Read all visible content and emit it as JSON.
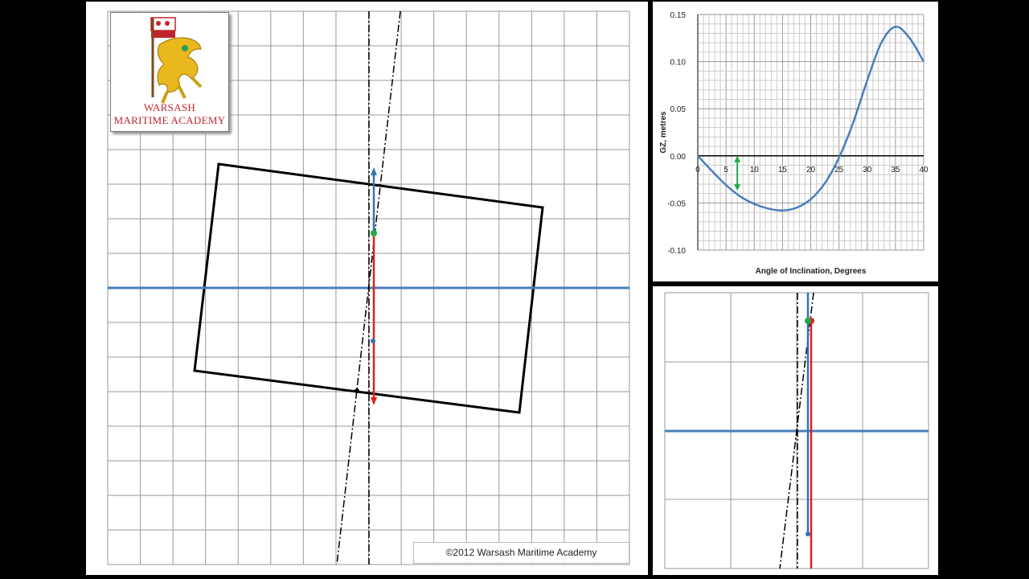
{
  "logo": {
    "line1": "WARSASH",
    "line2": "MARITIME ACADEMY"
  },
  "copyright": "©2012 Warsash Maritime Academy",
  "colors": {
    "waterline": "#4a7ebb",
    "gz_curve": "#4a7ebb",
    "buoyancy_arrow": "#2e75b6",
    "weight_arrow": "#e02020",
    "gz_arrow": "#22a84a",
    "hull": "#000000"
  },
  "chart_data": {
    "type": "line",
    "title": "",
    "xlabel": "Angle of Inclination,  Degrees",
    "ylabel": "GZ, metres",
    "xlim": [
      0,
      40
    ],
    "ylim": [
      -0.1,
      0.15
    ],
    "x_ticks": [
      "0",
      "5",
      "10",
      "15",
      "20",
      "25",
      "30",
      "35",
      "40"
    ],
    "y_ticks": [
      "0.15",
      "0.10",
      "0.05",
      "0.00",
      "-0.05",
      "-0.10"
    ],
    "grid": true,
    "series": [
      {
        "x": [
          0,
          2.5,
          5,
          7.5,
          10,
          12.5,
          15,
          17.5,
          20,
          22.5,
          25,
          27.5,
          30,
          32.5,
          35,
          37.5,
          40
        ],
        "values": [
          0.0,
          -0.016,
          -0.031,
          -0.043,
          -0.051,
          -0.056,
          -0.058,
          -0.055,
          -0.046,
          -0.029,
          -0.002,
          0.035,
          0.08,
          0.12,
          0.137,
          0.125,
          0.1
        ]
      }
    ],
    "annotation": {
      "type": "double-arrow",
      "x": 7,
      "y_from": 0.0,
      "y_to": -0.037
    }
  }
}
